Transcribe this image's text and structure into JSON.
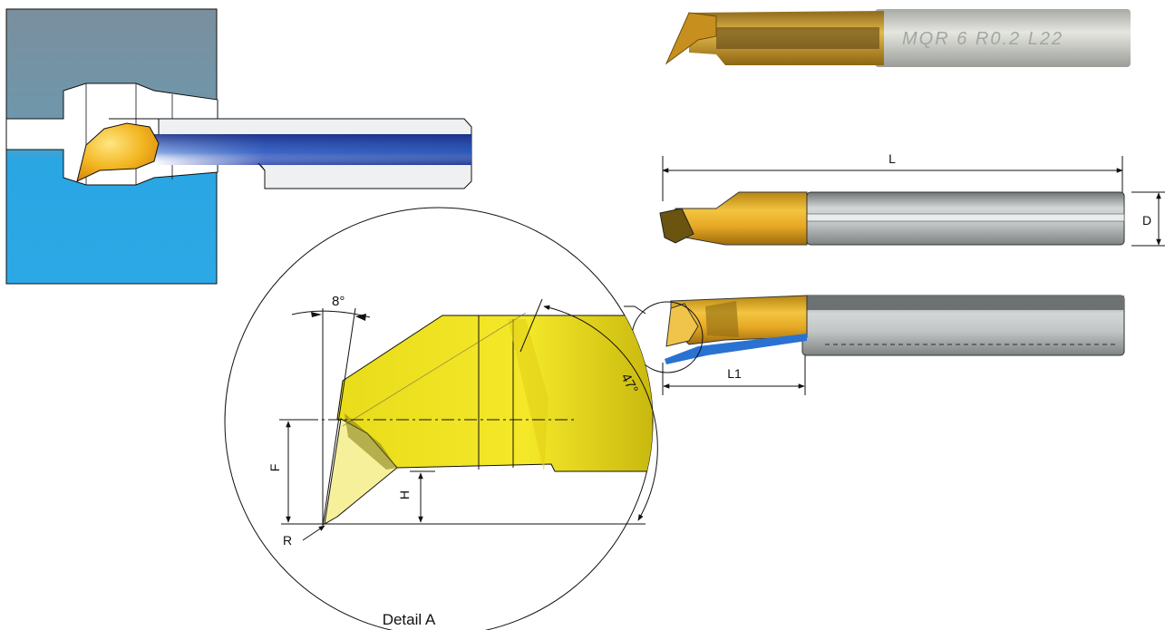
{
  "colors": {
    "workpiece_top": "#7b97a6",
    "workpiece_bottom": "#2aa6e3",
    "tool_gold": "#e5a722",
    "tool_yellow": "#f2e21c",
    "shank_grey": "#b8bcbd",
    "chip_blue": "#2c4fa8",
    "line": "#111111"
  },
  "engraving": "MQR 6 R0.2 L22",
  "dimensions": {
    "length": "L",
    "diameter": "D",
    "detail_marker": "A",
    "insert_length": "L1"
  },
  "detail": {
    "angle_top": "8°",
    "angle_side": "47°",
    "height_f": "F",
    "height_h": "H",
    "radius": "R",
    "caption": "Detail A"
  }
}
